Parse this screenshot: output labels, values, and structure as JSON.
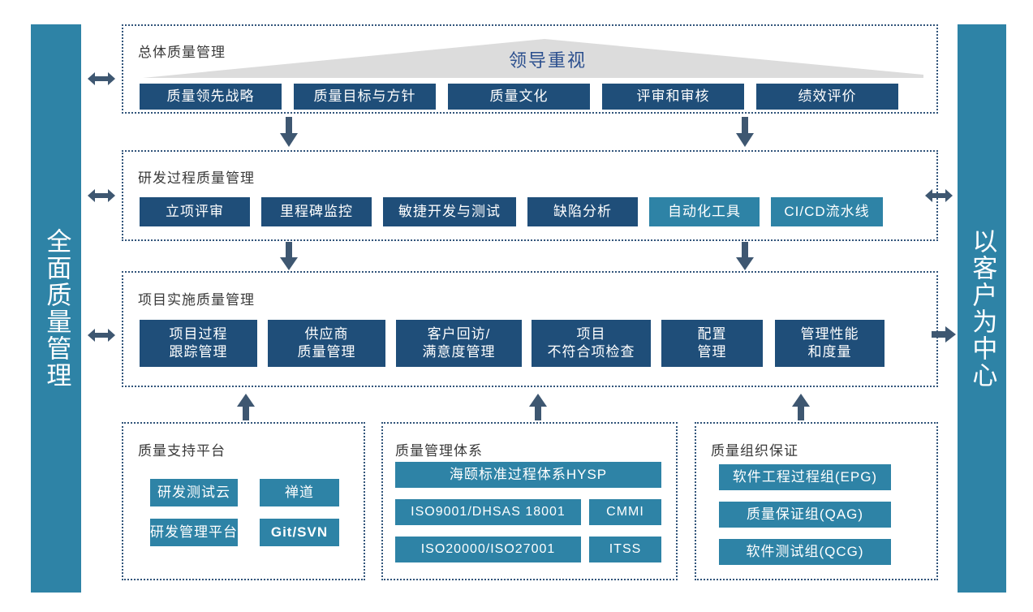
{
  "pillars": {
    "left": {
      "label": "全面质量管理"
    },
    "right": {
      "label": "以客户为中心"
    }
  },
  "colors": {
    "navy": "#1F4E79",
    "teal": "#2E83A6",
    "arrow": "#3E5771",
    "banner_gray": "#DCDCDC",
    "banner_text": "#2B4F8E",
    "dotted_border": "#31547A"
  },
  "banner": {
    "label": "领导重视"
  },
  "panels": {
    "top": {
      "title": "总体质量管理",
      "items": [
        {
          "label": "质量领先战略",
          "style": "navy"
        },
        {
          "label": "质量目标与方针",
          "style": "navy"
        },
        {
          "label": "质量文化",
          "style": "navy"
        },
        {
          "label": "评审和审核",
          "style": "navy"
        },
        {
          "label": "绩效评价",
          "style": "navy"
        }
      ]
    },
    "mid": {
      "title": "研发过程质量管理",
      "items": [
        {
          "label": "立项评审",
          "style": "navy"
        },
        {
          "label": "里程碑监控",
          "style": "navy"
        },
        {
          "label": "敏捷开发与测试",
          "style": "navy"
        },
        {
          "label": "缺陷分析",
          "style": "navy"
        },
        {
          "label": "自动化工具",
          "style": "teal"
        },
        {
          "label": "CI/CD流水线",
          "style": "teal"
        }
      ]
    },
    "project": {
      "title": "项目实施质量管理",
      "items": [
        {
          "label": "项目过程\n跟踪管理",
          "style": "navy"
        },
        {
          "label": "供应商\n质量管理",
          "style": "navy"
        },
        {
          "label": "客户回访/\n满意度管理",
          "style": "navy"
        },
        {
          "label": "项目\n不符合项检查",
          "style": "navy"
        },
        {
          "label": "配置\n管理",
          "style": "navy"
        },
        {
          "label": "管理性能\n和度量",
          "style": "navy"
        }
      ]
    },
    "support": {
      "title": "质量支持平台",
      "items": [
        {
          "label": "研发测试云",
          "style": "teal",
          "bold": false
        },
        {
          "label": "禅道",
          "style": "teal",
          "bold": false
        },
        {
          "label": "研发管理平台",
          "style": "teal",
          "bold": false
        },
        {
          "label": "Git/SVN",
          "style": "teal",
          "bold": true
        }
      ]
    },
    "system": {
      "title": "质量管理体系",
      "items": [
        {
          "label": "海颐标准过程体系HYSP",
          "style": "teal"
        },
        {
          "label": "ISO9001/DHSAS 18001",
          "style": "teal"
        },
        {
          "label": "CMMI",
          "style": "teal"
        },
        {
          "label": "ISO20000/ISO27001",
          "style": "teal"
        },
        {
          "label": "ITSS",
          "style": "teal"
        }
      ]
    },
    "org": {
      "title": "质量组织保证",
      "items": [
        {
          "label": "软件工程过程组(EPG)",
          "style": "teal"
        },
        {
          "label": "质量保证组(QAG)",
          "style": "teal"
        },
        {
          "label": "软件测试组(QCG)",
          "style": "teal"
        }
      ]
    }
  },
  "arrows": [
    {
      "name": "left-double-arrow-top",
      "direction": "double-horizontal"
    },
    {
      "name": "left-double-arrow-mid",
      "direction": "double-horizontal"
    },
    {
      "name": "left-double-arrow-project",
      "direction": "double-horizontal"
    },
    {
      "name": "right-double-arrow-mid",
      "direction": "double-horizontal"
    },
    {
      "name": "right-arrow-project",
      "direction": "right"
    },
    {
      "name": "down-arrow-top-left",
      "direction": "down"
    },
    {
      "name": "down-arrow-top-right",
      "direction": "down"
    },
    {
      "name": "down-arrow-mid-left",
      "direction": "down"
    },
    {
      "name": "down-arrow-mid-right",
      "direction": "down"
    },
    {
      "name": "up-arrow-support",
      "direction": "up"
    },
    {
      "name": "up-arrow-system",
      "direction": "up"
    },
    {
      "name": "up-arrow-org",
      "direction": "up"
    }
  ]
}
